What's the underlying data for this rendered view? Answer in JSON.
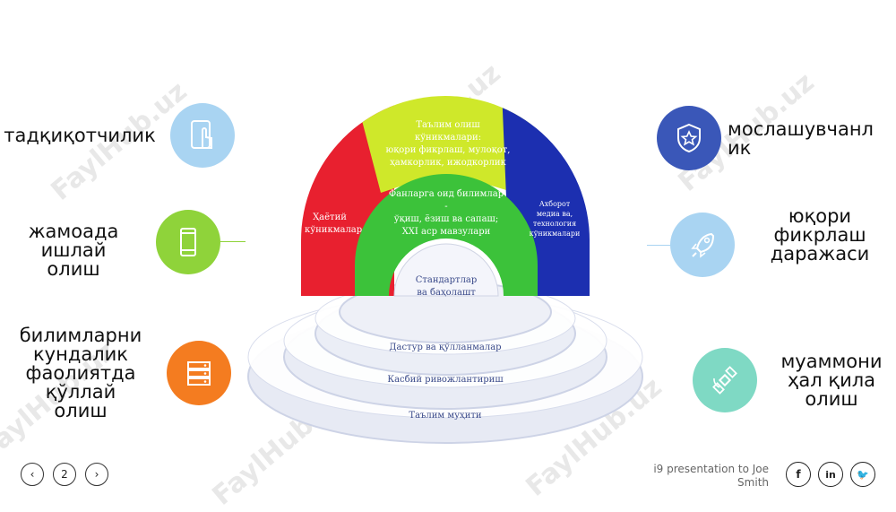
{
  "left_items": [
    {
      "label": "тадқиқотчилик",
      "icon": "tablet-touch-icon",
      "color": "#a9d4f2"
    },
    {
      "label": "жамоада\nишлай\nолиш",
      "icon": "smartphone-icon",
      "color": "#8fd33a"
    },
    {
      "label": "билимларни\nкундалик\nфаолиятда\nқўллай\nолиш",
      "icon": "server-icon",
      "color": "#f47c20"
    }
  ],
  "right_items": [
    {
      "label": "мослашувчанл\nик",
      "icon": "shield-star-icon",
      "color": "#3a57b8"
    },
    {
      "label": "юқори\nфикрлаш\nдаражаси",
      "icon": "rocket-icon",
      "color": "#a9d4f2"
    },
    {
      "label": "муаммони\nҳал қила\nолиш",
      "icon": "satellite-icon",
      "color": "#7fd9c4"
    }
  ],
  "arch": {
    "top_yellow": "Таълим олиш кўникмалари:\nюқори фикрлаш, мулоқот,\nҳамкорлик, ижодкорлик",
    "left_red": "Ҳаётий\nкўникмалар",
    "right_blue": "Ахборот\nмедиа ва,\nтехнология\nкўникмалари",
    "green": "Фанларга оид билимлар -\nўқиш, ёзиш ва сапаш;\nXXI аср мавзулари",
    "center": "Стандартлар\nва баҳолашт",
    "colors": {
      "red": "#e8202f",
      "yellow": "#cfe82a",
      "blue": "#1c2fb0",
      "green": "#3cc23a"
    }
  },
  "rings": [
    "Дастур ва қўлланмалар",
    "Касбий ривожлантириш",
    "Таълим муҳити"
  ],
  "watermark": "FaylHub.uz",
  "footer": {
    "page_number": "2",
    "prev": "‹",
    "next": "›",
    "presentation_text": "i9 presentation to Joe\nSmith",
    "social": [
      {
        "name": "facebook-icon",
        "glyph": "f"
      },
      {
        "name": "linkedin-icon",
        "glyph": "in"
      },
      {
        "name": "twitter-icon",
        "glyph": "🐦"
      }
    ]
  }
}
